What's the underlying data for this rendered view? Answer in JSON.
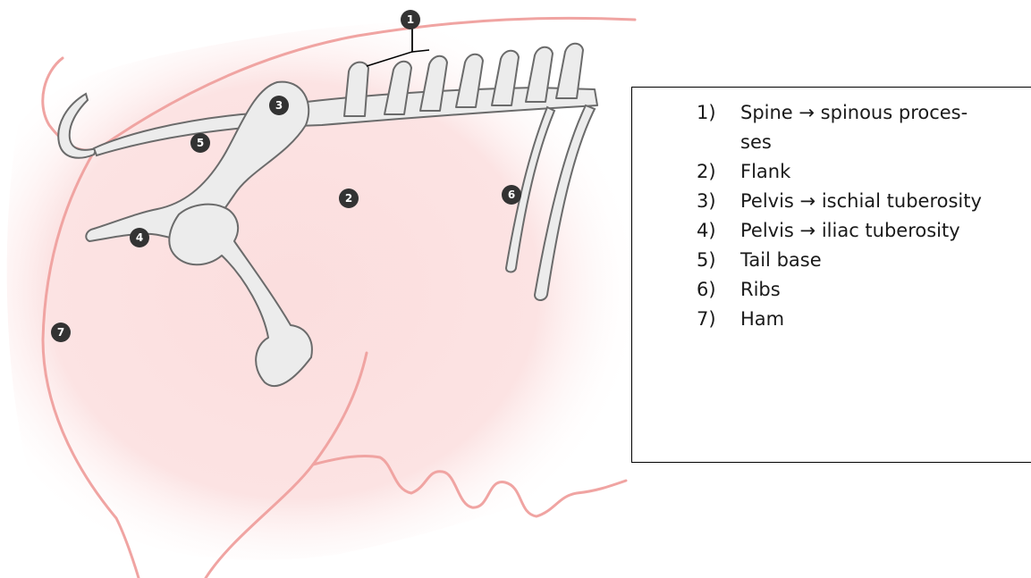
{
  "colors": {
    "body_outline": "#f0a4a2",
    "body_fill": "#fbdcdc",
    "bone_fill": "#ececec",
    "bone_stroke": "#6b6b6b",
    "marker_fill": "#333333"
  },
  "markers": [
    {
      "id": "1",
      "label": "1"
    },
    {
      "id": "2",
      "label": "2"
    },
    {
      "id": "3",
      "label": "3"
    },
    {
      "id": "4",
      "label": "4"
    },
    {
      "id": "5",
      "label": "5"
    },
    {
      "id": "6",
      "label": "6"
    },
    {
      "id": "7",
      "label": "7"
    }
  ],
  "legend": [
    {
      "number": "1)",
      "text_line1": "Spine → spinous proces-",
      "text_line2": "ses"
    },
    {
      "number": "2)",
      "text": "Flank"
    },
    {
      "number": "3)",
      "text": "Pelvis → ischial tuberosity"
    },
    {
      "number": "4)",
      "text": "Pelvis → iliac tuberosity"
    },
    {
      "number": "5)",
      "text": "Tail base"
    },
    {
      "number": "6)",
      "text": "Ribs"
    },
    {
      "number": "7)",
      "text": "Ham"
    }
  ]
}
